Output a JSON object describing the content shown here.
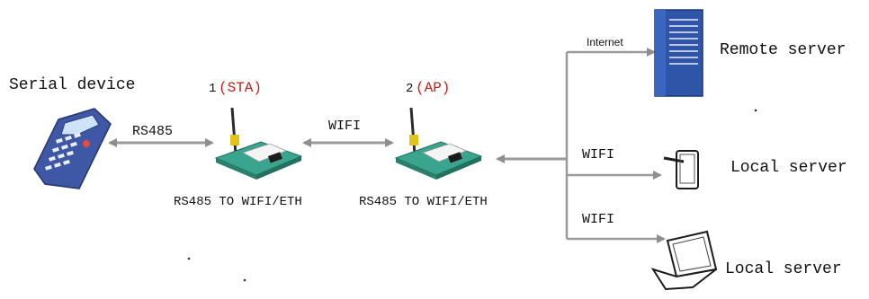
{
  "labels": {
    "serial_device": "Serial device",
    "rs485_link": "RS485",
    "sta_num": "1",
    "sta": "(STA)",
    "ap_num": "2",
    "ap": "(AP)",
    "wifi_link": "WIFI",
    "module1": "RS485 TO WIFI/ETH",
    "module2": "RS485 TO WIFI/ETH",
    "internet": "Internet",
    "remote_server": "Remote server",
    "wifi_tablet": "WIFI",
    "local_server_1": "Local server",
    "wifi_laptop": "WIFI",
    "local_server_2": "Local server"
  },
  "icons": {
    "serial_device": "handheld-terminal-icon",
    "module": "wifi-module-board-icon",
    "remote_server": "server-tower-icon",
    "local_server_1": "tablet-icon",
    "local_server_2": "laptop-icon"
  },
  "colors": {
    "sta_ap_text": "#c0201a",
    "arrow": "#9a9a9a",
    "server": "#2f55a8",
    "board": "#3aa58f"
  }
}
